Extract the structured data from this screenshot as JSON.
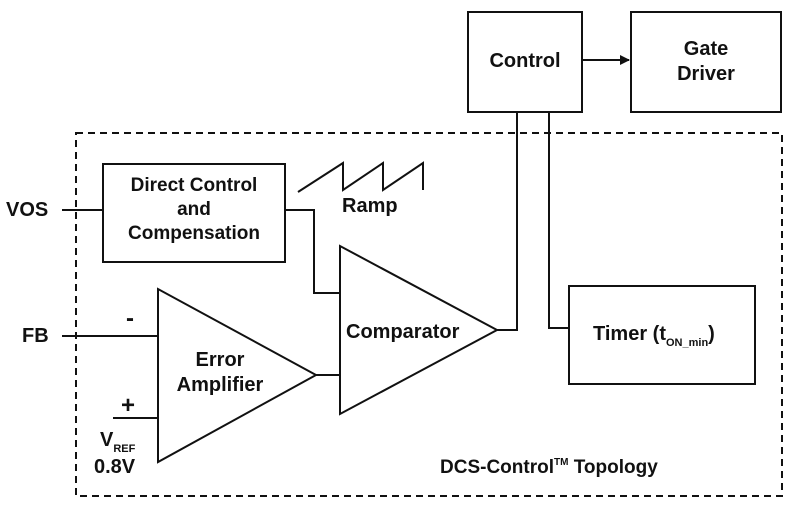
{
  "blocks": {
    "control": "Control",
    "gate_driver": [
      "Gate",
      "Driver"
    ],
    "direct_control": [
      "Direct Control",
      "and",
      "Compensation"
    ],
    "comparator": "Comparator",
    "error_amplifier": [
      "Error",
      "Amplifier"
    ],
    "timer": {
      "main": "Timer (t",
      "sub": "ON_min",
      "close": ")"
    }
  },
  "signals": {
    "vos": "VOS",
    "fb": "FB",
    "ramp": "Ramp",
    "minus": "-",
    "plus": "+",
    "vref_main": "V",
    "vref_sub": "REF",
    "vref_value": "0.8V"
  },
  "topology": {
    "label": "DCS-Control",
    "tm": "TM",
    "suffix": " Topology"
  }
}
